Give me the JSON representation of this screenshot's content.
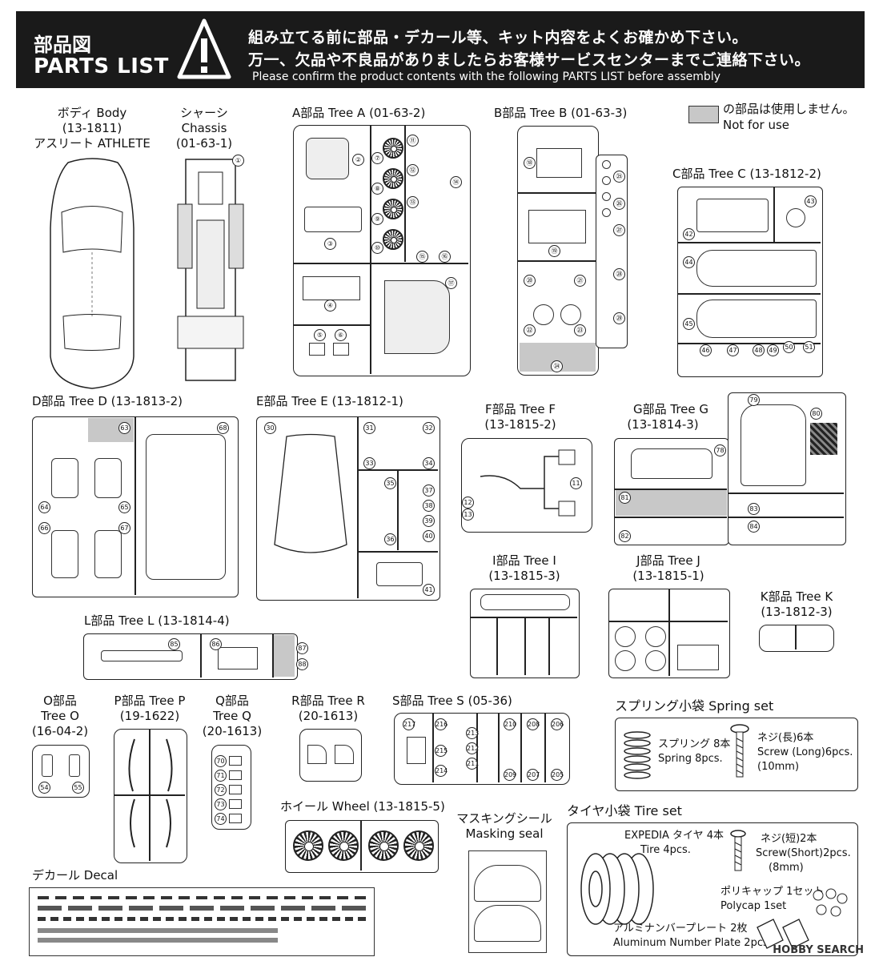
{
  "header": {
    "title_jp": "部品図",
    "title_en": "PARTS LIST",
    "warning_line1": "組み立てる前に部品・デカール等、キット内容をよくお確かめ下さい。",
    "warning_line2": "万一、欠品や不良品がありましたらお客様サービスセンターまでご連絡下さい。",
    "warning_line3": "Please confirm the product contents with the following PARTS LIST before assembly"
  },
  "not_for_use": {
    "jp": "の部品は使用しません。",
    "en": "Not for use"
  },
  "body": {
    "l1": "ボディ Body",
    "l2": "(13-1811)",
    "l3": "アスリート ATHLETE"
  },
  "chassis": {
    "l1": "シャーシ",
    "l2": "Chassis",
    "l3": "(01-63-1)",
    "num": "①"
  },
  "tree_a": {
    "label": "A部品 Tree A (01-63-2)",
    "nums": [
      "②",
      "③",
      "④",
      "⑤",
      "⑥",
      "⑦",
      "⑧",
      "⑨",
      "⑩",
      "⑪",
      "⑫",
      "⑬",
      "⑭",
      "⑮",
      "⑯",
      "⑰"
    ]
  },
  "tree_b": {
    "label": "B部品 Tree B (01-63-3)",
    "nums": [
      "⑱",
      "⑲",
      "⑳",
      "㉑",
      "㉒",
      "㉓",
      "㉔",
      "㉕",
      "㉖",
      "㉗",
      "㉘",
      "㉙"
    ]
  },
  "tree_c": {
    "label": "C部品 Tree C (13-1812-2)",
    "nums": [
      "42",
      "43",
      "44",
      "45",
      "46",
      "47",
      "48",
      "49",
      "50",
      "51"
    ]
  },
  "tree_d": {
    "label": "D部品 Tree D (13-1813-2)",
    "nums": [
      "63",
      "64",
      "65",
      "66",
      "67",
      "68"
    ]
  },
  "tree_e": {
    "label": "E部品 Tree E (13-1812-1)",
    "nums": [
      "30",
      "31",
      "32",
      "33",
      "34",
      "35",
      "36",
      "37",
      "38",
      "39",
      "40",
      "41"
    ]
  },
  "tree_f": {
    "l1": "F部品 Tree F",
    "l2": "(13-1815-2)",
    "nums": [
      "11",
      "12",
      "13"
    ]
  },
  "tree_g": {
    "l1": "G部品 Tree G",
    "l2": "(13-1814-3)",
    "nums": [
      "78",
      "79",
      "80",
      "81",
      "82",
      "83",
      "84"
    ]
  },
  "tree_i": {
    "l1": "I部品 Tree I",
    "l2": "(13-1815-3)"
  },
  "tree_j": {
    "l1": "J部品 Tree J",
    "l2": "(13-1815-1)"
  },
  "tree_k": {
    "l1": "K部品 Tree K",
    "l2": "(13-1812-3)"
  },
  "tree_l": {
    "label": "L部品 Tree L (13-1814-4)",
    "nums": [
      "85",
      "86",
      "87",
      "88"
    ]
  },
  "tree_o": {
    "l1": "O部品",
    "l2": "Tree O",
    "l3": "(16-04-2)",
    "nums": [
      "54",
      "55"
    ]
  },
  "tree_p": {
    "l1": "P部品 Tree P",
    "l2": "(19-1622)"
  },
  "tree_q": {
    "l1": "Q部品",
    "l2": "Tree Q",
    "l3": "(20-1613)",
    "nums": [
      "70",
      "71",
      "72",
      "73",
      "74"
    ]
  },
  "tree_r": {
    "l1": "R部品 Tree R",
    "l2": "(20-1613)"
  },
  "tree_s": {
    "label": "S部品 Tree S (05-36)",
    "nums": [
      "207",
      "208",
      "209",
      "210",
      "211",
      "212",
      "213",
      "214",
      "215",
      "216",
      "217",
      "206",
      "205"
    ]
  },
  "wheel": {
    "label": "ホイール Wheel (13-1815-5)"
  },
  "spring_set": {
    "title": "スプリング小袋 Spring set",
    "spring_jp": "スプリング 8本",
    "spring_en": "Spring 8pcs.",
    "screw_jp": "ネジ(長)6本",
    "screw_en": "Screw (Long)6pcs.",
    "screw_size": "(10mm)"
  },
  "masking": {
    "l1": "マスキングシール",
    "l2": "Masking seal"
  },
  "tire_set": {
    "title": "タイヤ小袋 Tire set",
    "tire_jp": "EXPEDIA タイヤ 4本",
    "tire_en": "Tire 4pcs.",
    "screw_jp": "ネジ(短)2本",
    "screw_en": "Screw(Short)2pcs.",
    "screw_size": "(8mm)",
    "polycap_jp": "ポリキャップ 1セット",
    "polycap_en": "Polycap 1set",
    "plate_jp": "アルミナンバープレート 2枚",
    "plate_en": "Aluminum Number Plate 2pcs."
  },
  "decal": {
    "label": "デカール Decal"
  },
  "watermark": "HOBBY SEARCH"
}
